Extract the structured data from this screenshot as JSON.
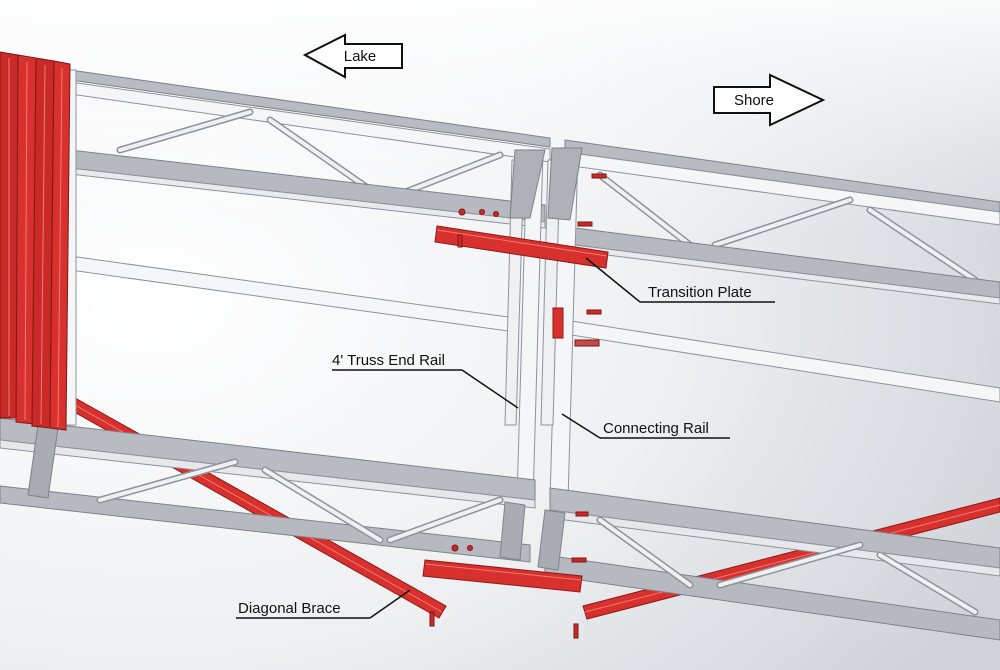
{
  "arrows": {
    "lake": "Lake",
    "shore": "Shore"
  },
  "labels": {
    "transition_plate": "Transition Plate",
    "truss_end_rail": "4' Truss End Rail",
    "connecting_rail": "Connecting Rail",
    "diagonal_brace": "Diagonal Brace"
  },
  "colors": {
    "steel": "#c9cdd2",
    "steel_dark": "#8e939a",
    "rail_white": "#f4f6f8",
    "part_red": "#d8302c",
    "part_red_dark": "#a11e1b",
    "background_gray": "#dcdfe3"
  }
}
